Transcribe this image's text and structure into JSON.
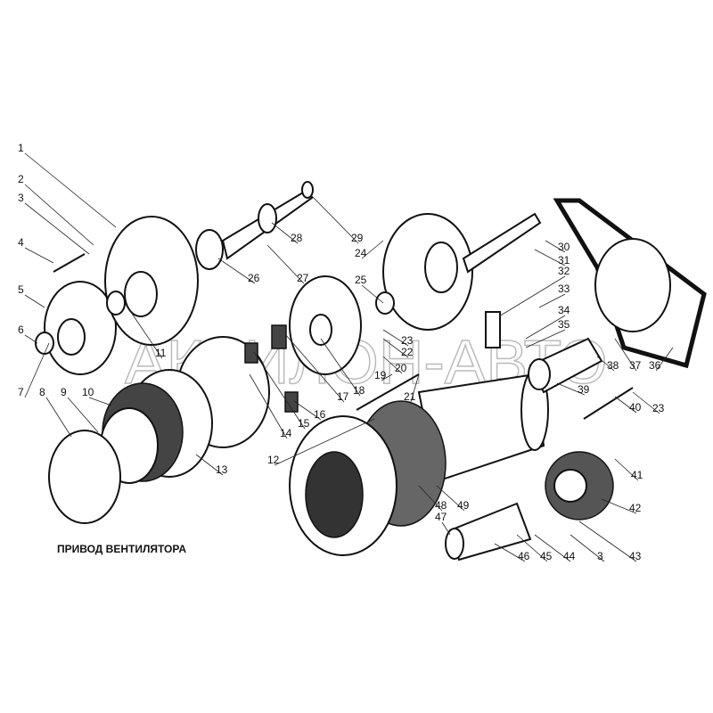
{
  "title": "ПРИВОД ВЕНТИЛЯТОРА",
  "watermark": "АКВИЛОН-АВТО",
  "part_labels": [
    "1",
    "2",
    "3",
    "4",
    "5",
    "6",
    "7",
    "8",
    "9",
    "10",
    "11",
    "12",
    "13",
    "14",
    "15",
    "16",
    "17",
    "18",
    "19",
    "20",
    "21",
    "22",
    "23",
    "23",
    "24",
    "25",
    "26",
    "27",
    "28",
    "29",
    "30",
    "31",
    "32",
    "33",
    "34",
    "35",
    "36",
    "37",
    "38",
    "39",
    "40",
    "41",
    "42",
    "43",
    "3",
    "44",
    "45",
    "46",
    "47",
    "48",
    "49"
  ]
}
